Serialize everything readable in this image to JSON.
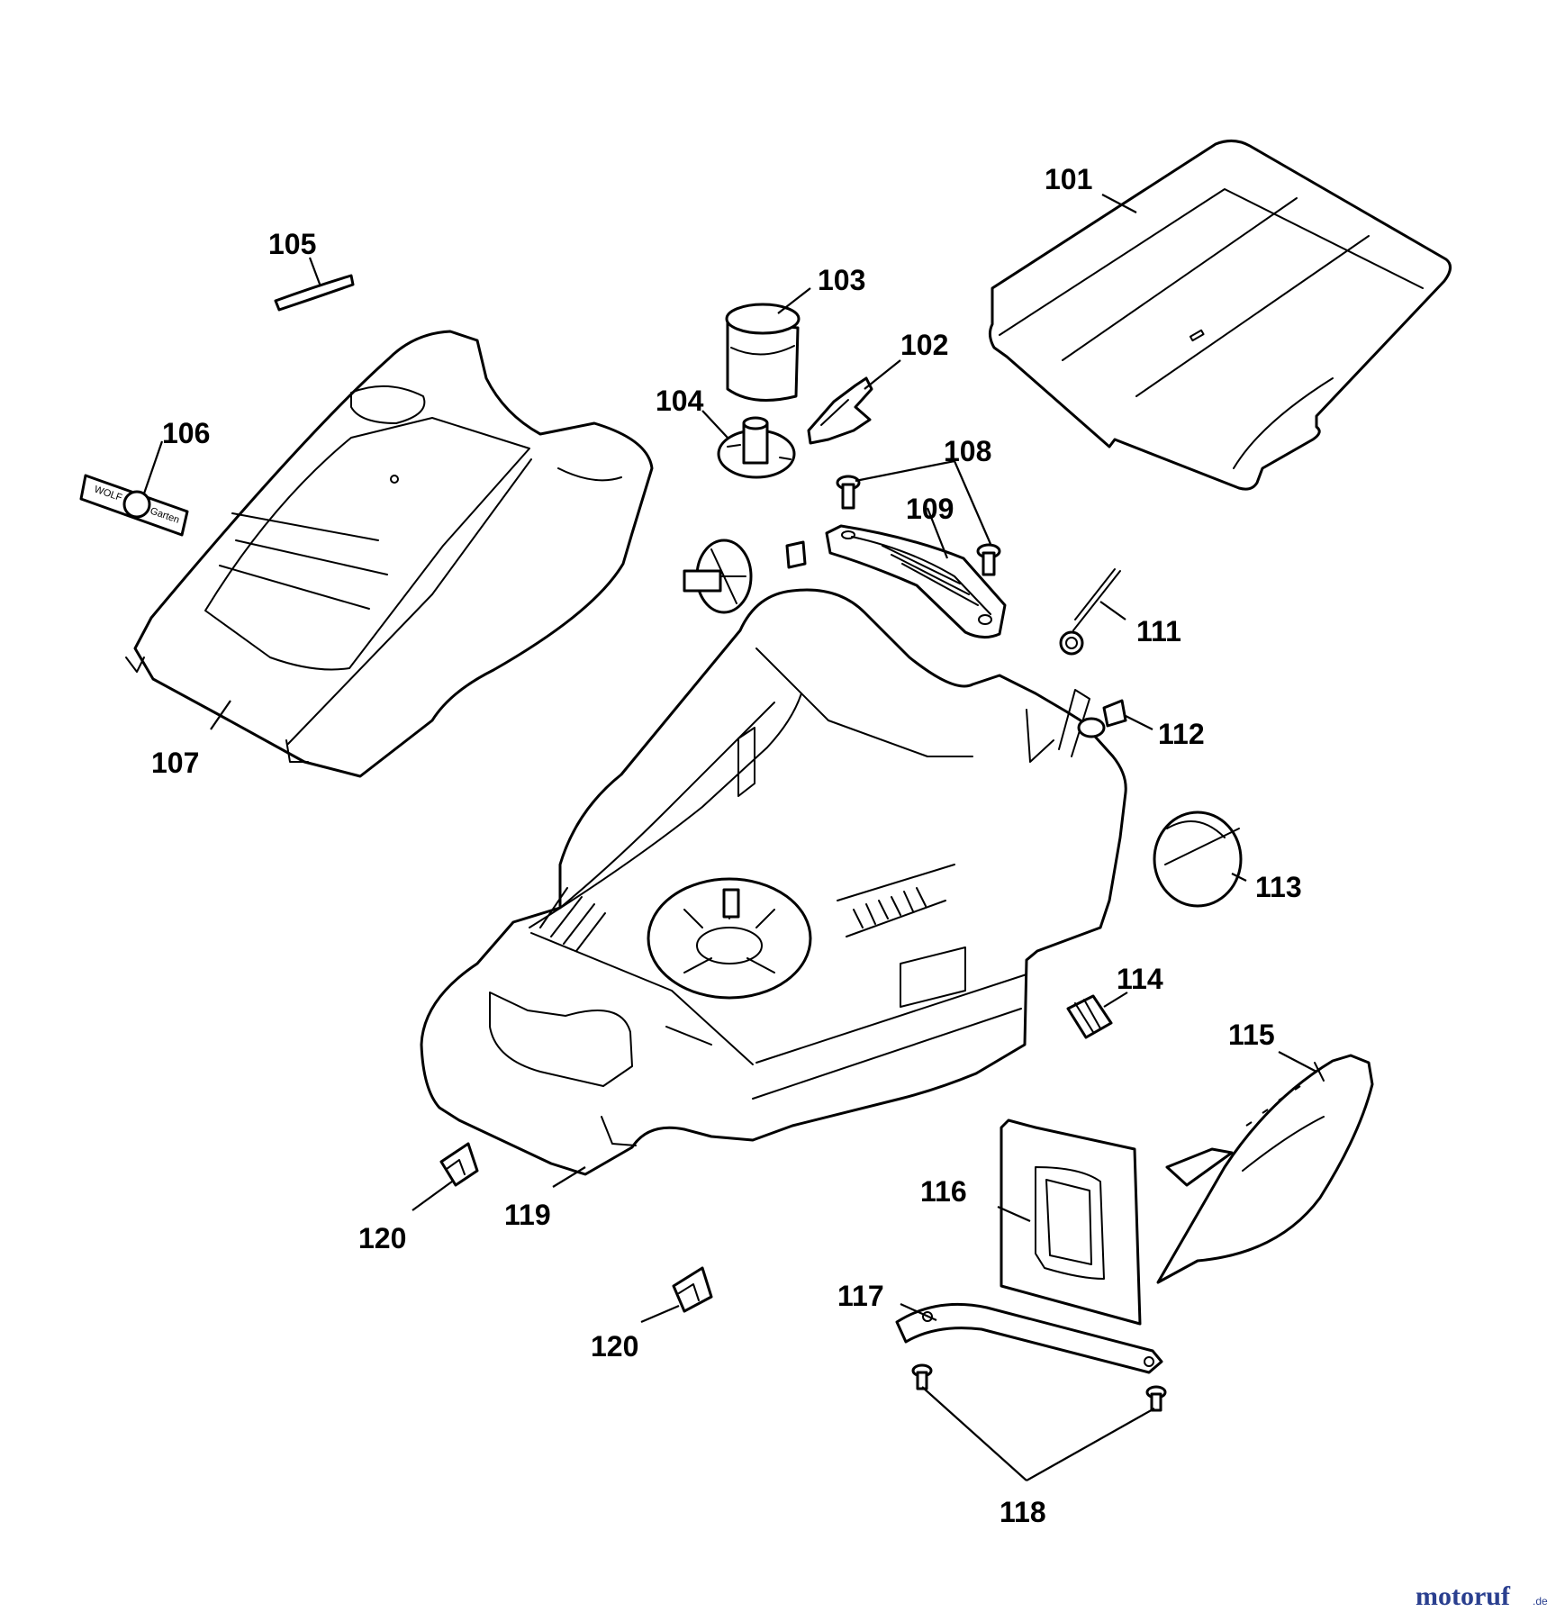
{
  "parts": [
    {
      "id": "101",
      "label": "101"
    },
    {
      "id": "102",
      "label": "102"
    },
    {
      "id": "103",
      "label": "103"
    },
    {
      "id": "104",
      "label": "104"
    },
    {
      "id": "105",
      "label": "105"
    },
    {
      "id": "106",
      "label": "106"
    },
    {
      "id": "107",
      "label": "107"
    },
    {
      "id": "108",
      "label": "108"
    },
    {
      "id": "109",
      "label": "109"
    },
    {
      "id": "111",
      "label": "111"
    },
    {
      "id": "112",
      "label": "112"
    },
    {
      "id": "113",
      "label": "113"
    },
    {
      "id": "114",
      "label": "114"
    },
    {
      "id": "115",
      "label": "115"
    },
    {
      "id": "116",
      "label": "116"
    },
    {
      "id": "117",
      "label": "117"
    },
    {
      "id": "118",
      "label": "118"
    },
    {
      "id": "119",
      "label": "119"
    },
    {
      "id": "120a",
      "label": "120"
    },
    {
      "id": "120b",
      "label": "120"
    }
  ],
  "badge": {
    "line1": "WOLF",
    "line2": "Garten"
  },
  "watermark": {
    "main": "motoruf",
    "suffix": ".de",
    "color_main": "#2a3f8f",
    "color_accent": "#c0392b"
  }
}
